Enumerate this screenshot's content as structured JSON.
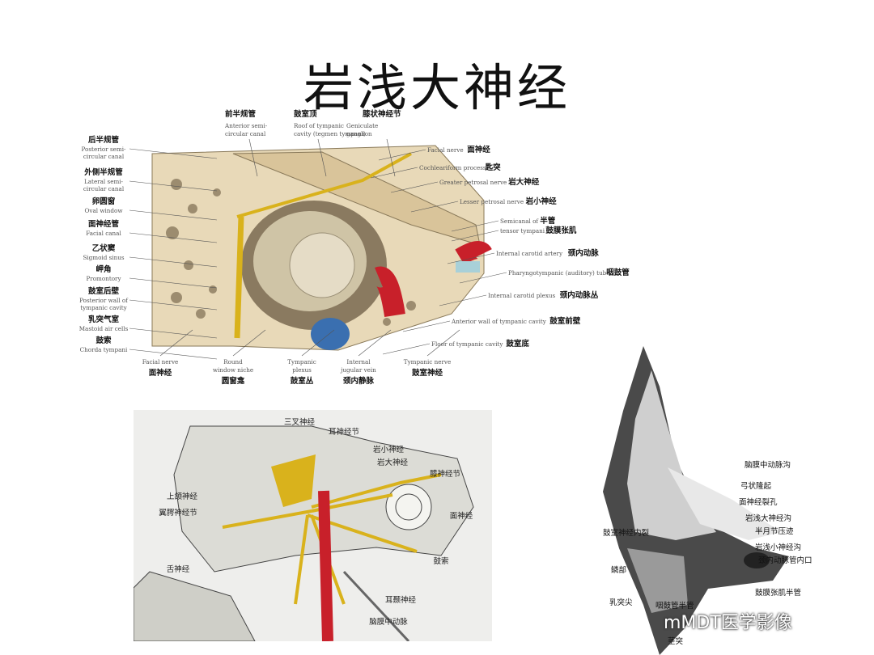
{
  "title": "岩浅大神经",
  "panel_a": {
    "labels_left": [
      {
        "zh": "后半规管",
        "en1": "Posterior semi-",
        "en2": "circular canal"
      },
      {
        "zh": "外侧半规管",
        "en1": "Lateral semi-",
        "en2": "circular canal"
      },
      {
        "zh": "卵圆窗",
        "en1": "Oval window",
        "en2": ""
      },
      {
        "zh": "面神经管",
        "en1": "Facial canal",
        "en2": ""
      },
      {
        "zh": "乙状窦",
        "en1": "Sigmoid sinus",
        "en2": ""
      },
      {
        "zh": "岬角",
        "en1": "Promontory",
        "en2": ""
      },
      {
        "zh": "鼓室后壁",
        "en1": "Posterior wall of",
        "en2": "tympanic cavity"
      },
      {
        "zh": "乳突气室",
        "en1": "Mastoid air cells",
        "en2": ""
      },
      {
        "zh": "鼓索",
        "en1": "Chorda tympani",
        "en2": ""
      }
    ],
    "labels_top": [
      {
        "zh": "前半规管",
        "en1": "Anterior semi-",
        "en2": "circular canal"
      },
      {
        "zh": "鼓室顶",
        "en1": "Roof of tympanic",
        "en2": "cavity (tegmen tympani)"
      },
      {
        "zh": "膝状神经节",
        "en1": "Geniculate",
        "en2": "ganglion"
      }
    ],
    "labels_right": [
      {
        "zh": "面神经",
        "en": "Facial nerve"
      },
      {
        "zh": "匙突",
        "en": "Cochleariform process"
      },
      {
        "zh": "岩大神经",
        "en": "Greater petrosal nerve"
      },
      {
        "zh": "岩小神经",
        "en": "Lesser petrosal nerve"
      },
      {
        "zh": "半管",
        "en": "Semicanal of"
      },
      {
        "zh": "鼓膜张肌",
        "en": "tensor tympani"
      },
      {
        "zh": "颈内动脉",
        "en": "Internal carotid artery"
      },
      {
        "zh": "咽鼓管",
        "en": "Pharyngotympanic (auditory) tube"
      },
      {
        "zh": "颈内动脉丛",
        "en": "Internal carotid plexus"
      },
      {
        "zh": "鼓室前壁",
        "en": "Anterior wall of tympanic cavity"
      },
      {
        "zh": "鼓室底",
        "en": "Floor of tympanic cavity"
      }
    ],
    "labels_bottom": [
      {
        "zh": "面神经",
        "en1": "Facial nerve",
        "en2": ""
      },
      {
        "zh": "圆窗龛",
        "en1": "Round",
        "en2": "window niche"
      },
      {
        "zh": "鼓室丛",
        "en1": "Tympanic",
        "en2": "plexus"
      },
      {
        "zh": "颈内静脉",
        "en1": "Internal",
        "en2": "jugular vein"
      },
      {
        "zh": "鼓室神经",
        "en1": "Tympanic nerve",
        "en2": ""
      }
    ]
  },
  "panel_b": {
    "labels": [
      "三叉神经",
      "耳神经节",
      "岩小神经",
      "岩大神经",
      "膝神经节",
      "上颌神经",
      "翼腭神经节",
      "面神经",
      "鼓索",
      "舌神经",
      "耳颞神经",
      "脑膜中动脉"
    ]
  },
  "panel_c": {
    "labels": [
      "脑膜中动脉沟",
      "弓状隆起",
      "面神经裂孔",
      "岩浅大神经沟",
      "半月节压迹",
      "鼓室神经内裂",
      "岩浅小神经沟",
      "颈内动脉管内口",
      "鳞部",
      "鼓膜张肌半管",
      "乳突尖",
      "咽鼓管半管",
      "茎突"
    ]
  },
  "watermark": "mMDT医学影像",
  "colors": {
    "nerve": "#d9b21c",
    "artery": "#c8202a",
    "vein": "#3a6fb0",
    "bone": "#e8d9b8"
  }
}
